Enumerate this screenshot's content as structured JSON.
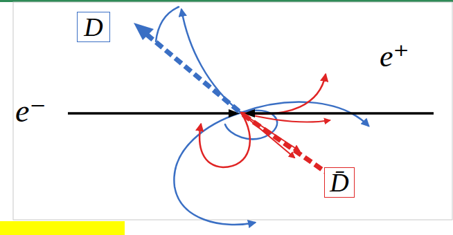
{
  "diagram": {
    "nodes": [
      {
        "text": [
          "D"
        ]
      },
      {
        "text": [
          "D̄"
        ]
      }
    ],
    "labels": [
      "e⁻",
      "e⁺"
    ]
  }
}
